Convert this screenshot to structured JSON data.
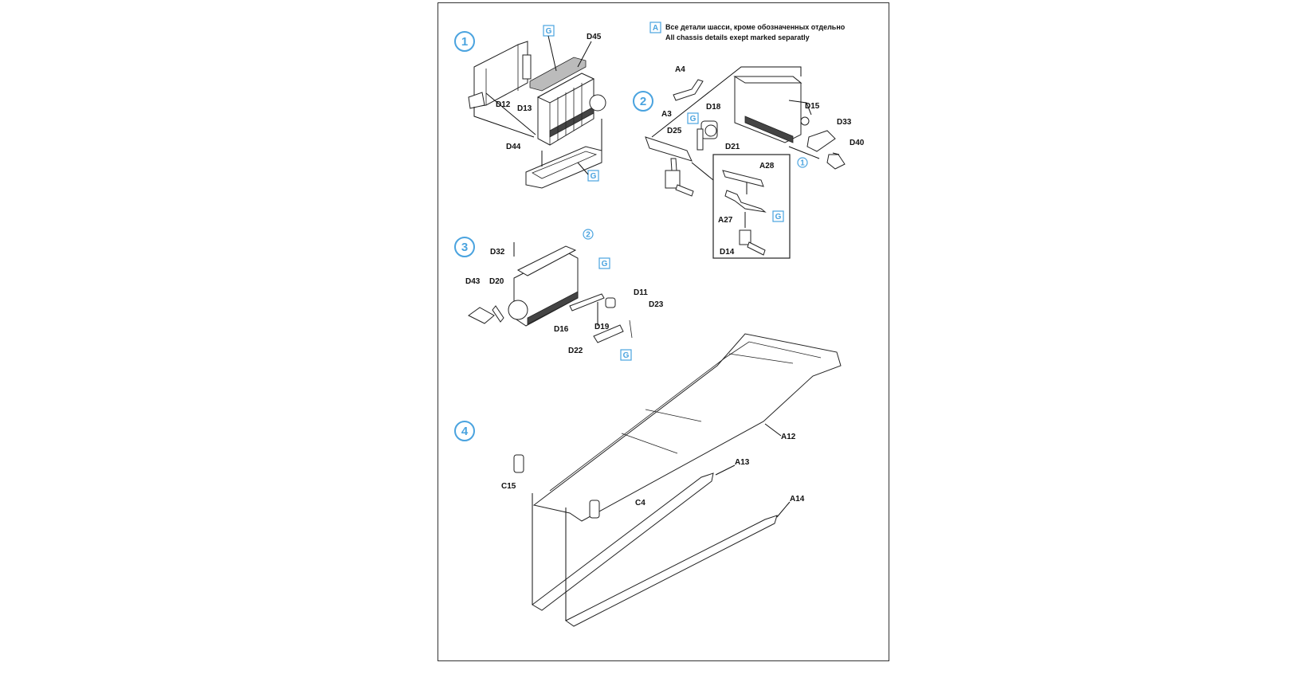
{
  "legend": {
    "marker": "A",
    "line_ru": "Все детали шасси, кроме обозначенных отдельно",
    "line_en": "All chassis details exept marked separatly"
  },
  "colors": {
    "accent": "#4aa3df",
    "ink": "#111111"
  },
  "steps": [
    {
      "number": "1",
      "labels": {
        "D45": "D45",
        "D12": "D12",
        "D13": "D13",
        "D44": "D44"
      },
      "markers": [
        "G",
        "G"
      ]
    },
    {
      "number": "2",
      "labels": {
        "A4": "A4",
        "A3": "A3",
        "D18": "D18",
        "D15": "D15",
        "D33": "D33",
        "D25": "D25",
        "D21": "D21",
        "D40": "D40",
        "A28": "A28",
        "A27": "A27",
        "D14": "D14"
      },
      "markers": [
        "G",
        "G"
      ],
      "ref": "1"
    },
    {
      "number": "3",
      "labels": {
        "D32": "D32",
        "D43": "D43",
        "D20": "D20",
        "D11": "D11",
        "D23": "D23",
        "D16": "D16",
        "D19": "D19",
        "D22": "D22"
      },
      "markers": [
        "G",
        "G"
      ],
      "ref": "2"
    },
    {
      "number": "4",
      "labels": {
        "A12": "A12",
        "A13": "A13",
        "A14": "A14",
        "C15": "C15",
        "C4": "C4"
      }
    }
  ]
}
